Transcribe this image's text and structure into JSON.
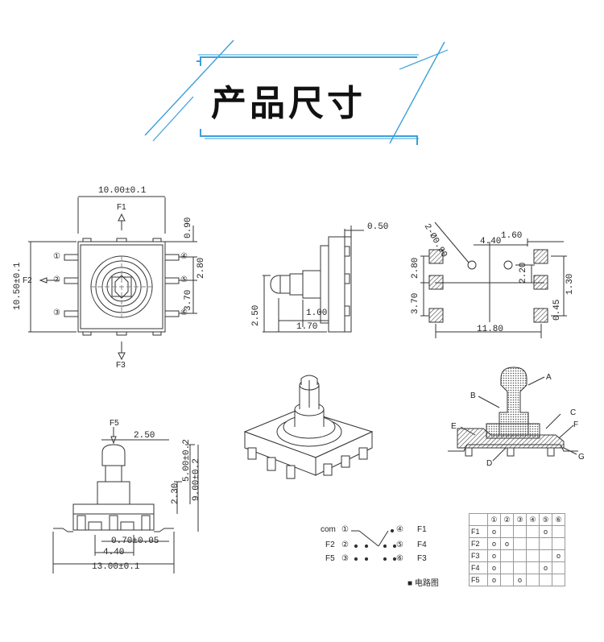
{
  "title": "产品尺寸",
  "top_view": {
    "width_dim": "10.00±0.1",
    "height_dim": "10.50±0.1",
    "d090": "0.90",
    "d280": "2.80",
    "d370": "3.70",
    "f1": "F1",
    "f2": "F2",
    "f3": "F3",
    "pins": [
      "①",
      "②",
      "③",
      "④",
      "⑤",
      "⑥"
    ]
  },
  "side_view": {
    "d050": "0.50",
    "d250": "2.50",
    "d100": "1.00",
    "d170": "1.70"
  },
  "pcb_layout": {
    "holes": "2-Ø0.90",
    "d440": "4.40",
    "d160": "1.60",
    "d280": "2.80",
    "d370": "3.70",
    "d220": "2.20",
    "d130": "1.30",
    "d045": "0.45",
    "d1180": "11.80"
  },
  "front_view": {
    "f5": "F5",
    "d250": "2.50",
    "d500": "5.00±0.2",
    "d900": "9.00±0.2",
    "d230": "2.30",
    "d070": "0.70±0.05",
    "d440": "4.40",
    "d1300": "13.00±0.1"
  },
  "section_view": {
    "labels": [
      "A",
      "B",
      "C",
      "D",
      "E",
      "F",
      "G"
    ]
  },
  "circuit": {
    "left": [
      "com",
      "F2",
      "F5"
    ],
    "left_pins": [
      "①",
      "②",
      "③"
    ],
    "right_pins": [
      "④",
      "⑤",
      "⑥"
    ],
    "right": [
      "F1",
      "F4",
      "F3"
    ],
    "caption": "■ 电路图"
  },
  "truth_table": {
    "header": [
      "",
      "①",
      "②",
      "③",
      "④",
      "⑤",
      "⑥"
    ],
    "rows": [
      [
        "F1",
        "o",
        "",
        "",
        "",
        "o",
        ""
      ],
      [
        "F2",
        "o",
        "o",
        "",
        "",
        "",
        ""
      ],
      [
        "F3",
        "o",
        "",
        "",
        "",
        "",
        "o"
      ],
      [
        "F4",
        "o",
        "",
        "",
        "",
        "o",
        ""
      ],
      [
        "F5",
        "o",
        "",
        "o",
        "",
        "",
        ""
      ]
    ]
  },
  "colors": {
    "accent_blue": "#3aa0d8",
    "line": "#333333",
    "hatch": "#555555"
  }
}
